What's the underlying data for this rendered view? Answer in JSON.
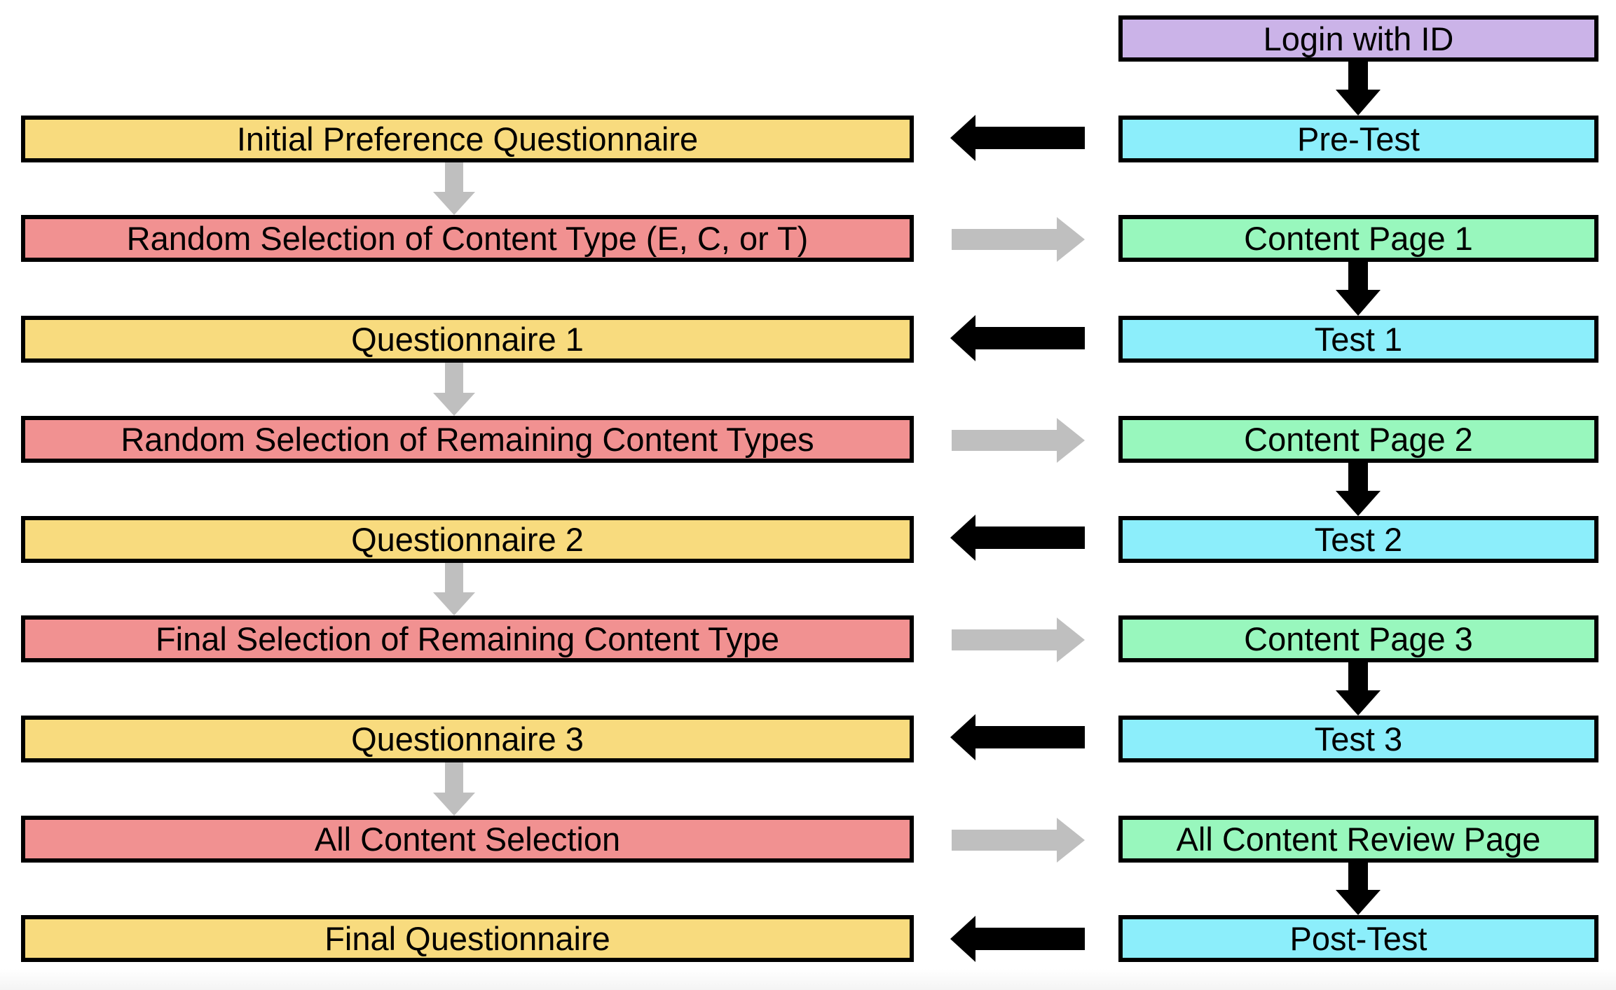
{
  "flow": {
    "right": [
      {
        "key": "login",
        "label": "Login with ID",
        "color": "#cbb3e8"
      },
      {
        "key": "pre_test",
        "label": "Pre-Test",
        "color": "#8ceefb"
      },
      {
        "key": "content_page_1",
        "label": "Content Page 1",
        "color": "#98f7bd"
      },
      {
        "key": "test_1",
        "label": "Test 1",
        "color": "#8ceefb"
      },
      {
        "key": "content_page_2",
        "label": "Content Page 2",
        "color": "#98f7bd"
      },
      {
        "key": "test_2",
        "label": "Test 2",
        "color": "#8ceefb"
      },
      {
        "key": "content_page_3",
        "label": "Content Page 3",
        "color": "#98f7bd"
      },
      {
        "key": "test_3",
        "label": "Test 3",
        "color": "#8ceefb"
      },
      {
        "key": "all_content_review_page",
        "label": "All Content Review Page",
        "color": "#98f7bd"
      },
      {
        "key": "post_test",
        "label": "Post-Test",
        "color": "#8ceefb"
      }
    ],
    "left": [
      {
        "key": "initial_preference_questionnaire",
        "label": "Initial Preference Questionnaire",
        "color": "#f8db7e"
      },
      {
        "key": "random_selection_content_type",
        "label": "Random Selection of Content Type (E, C, or T)",
        "color": "#f19191"
      },
      {
        "key": "questionnaire_1",
        "label": "Questionnaire 1",
        "color": "#f8db7e"
      },
      {
        "key": "random_selection_remaining",
        "label": "Random Selection of Remaining Content Types",
        "color": "#f19191"
      },
      {
        "key": "questionnaire_2",
        "label": "Questionnaire 2",
        "color": "#f8db7e"
      },
      {
        "key": "final_selection_remaining",
        "label": "Final Selection of Remaining Content Type",
        "color": "#f19191"
      },
      {
        "key": "questionnaire_3",
        "label": "Questionnaire 3",
        "color": "#f8db7e"
      },
      {
        "key": "all_content_selection",
        "label": "All Content Selection",
        "color": "#f19191"
      },
      {
        "key": "final_questionnaire",
        "label": "Final Questionnaire",
        "color": "#f8db7e"
      }
    ],
    "arrow_colors": {
      "primary": "#000000",
      "secondary": "#bfbfbf"
    }
  }
}
